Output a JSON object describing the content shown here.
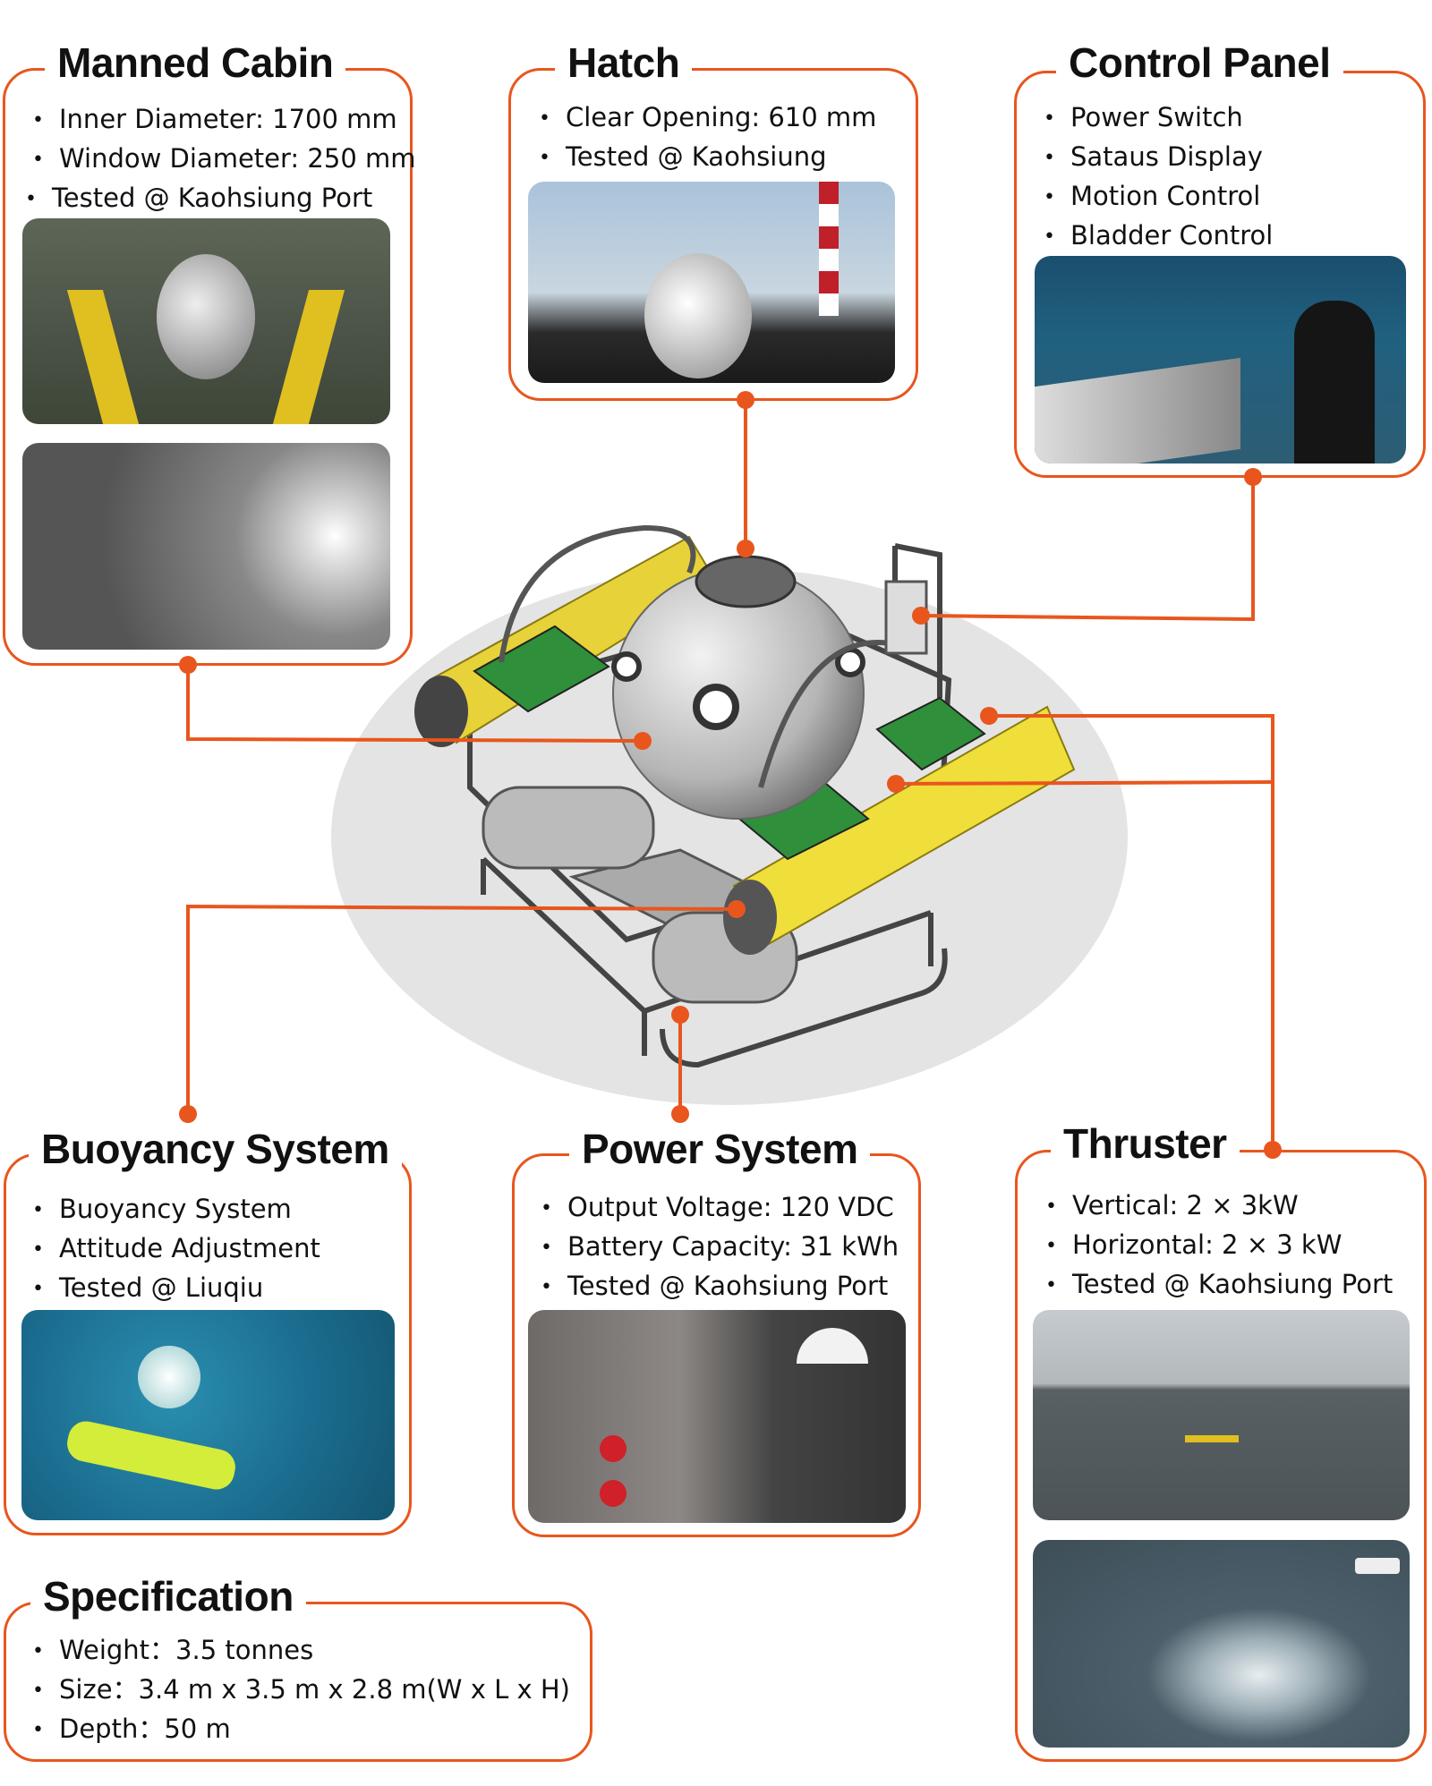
{
  "accent_color": "#E8561E",
  "sections": {
    "manned_cabin": {
      "title": "Manned Cabin",
      "items": [
        "Inner Diameter: 1700 mm",
        "Window Diameter: 250 mm",
        "Tested @ Kaohsiung Port"
      ]
    },
    "hatch": {
      "title": "Hatch",
      "items": [
        "Clear Opening: 610 mm",
        "Tested @ Kaohsiung"
      ]
    },
    "control_panel": {
      "title": "Control Panel",
      "items": [
        "Power Switch",
        "Sataus Display",
        "Motion Control",
        "Bladder Control"
      ]
    },
    "buoyancy_system": {
      "title": "Buoyancy System",
      "items": [
        "Buoyancy System",
        "Attitude Adjustment",
        "Tested @ Liuqiu"
      ]
    },
    "power_system": {
      "title": "Power System",
      "items": [
        "Output Voltage: 120 VDC",
        "Battery Capacity: 31 kWh",
        "Tested @ Kaohsiung Port"
      ]
    },
    "thruster": {
      "title": "Thruster",
      "items": [
        "Vertical: 2 × 3kW",
        "Horizontal: 2 × 3 kW",
        "Tested @ Kaohsiung Port"
      ]
    },
    "specification": {
      "title": "Specification",
      "items": [
        "Weight：3.5 tonnes",
        "Size：3.4 m x 3.5 m x 2.8 m(W x L x H)",
        "Depth：50 m"
      ]
    }
  }
}
